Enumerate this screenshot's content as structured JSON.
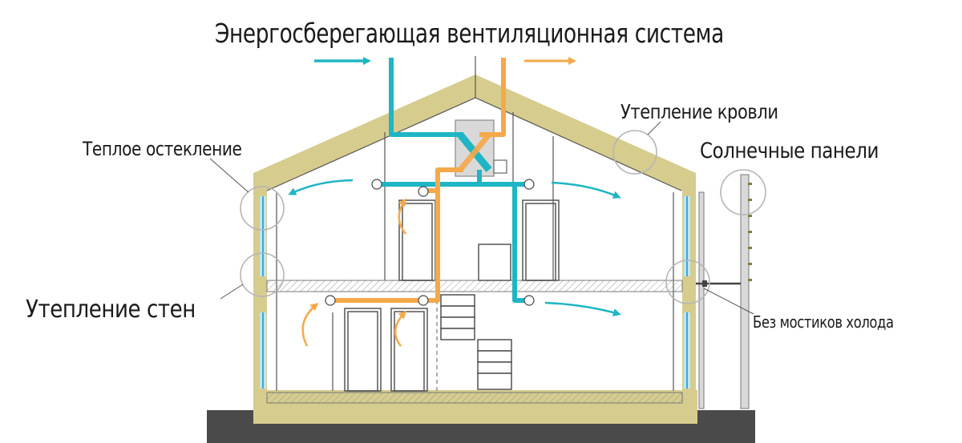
{
  "title": "Энергосберегающая вентиляционная система",
  "labels": {
    "warm_glazing": "Теплое остекление",
    "wall_insulation": "Утепление стен",
    "roof_insulation": "Утепление кровли",
    "solar_panels": "Солнечные панели",
    "no_thermal_bridges": "Без мостиков холода"
  },
  "colors": {
    "insulation": "#d6cc8e",
    "fresh_air": "#1fb5c4",
    "exhaust_air": "#f5a94a",
    "ground": "#4a4a4a",
    "outline": "#555555",
    "glazing": "#bfe6f3",
    "callout_circle": "#bdbdbd"
  },
  "icons": [
    "fresh-air-arrow",
    "exhaust-air-arrow",
    "air-vent-icon",
    "heat-recovery-unit-icon",
    "staircase",
    "solar-panel-icon",
    "window-icon",
    "door-icon"
  ]
}
